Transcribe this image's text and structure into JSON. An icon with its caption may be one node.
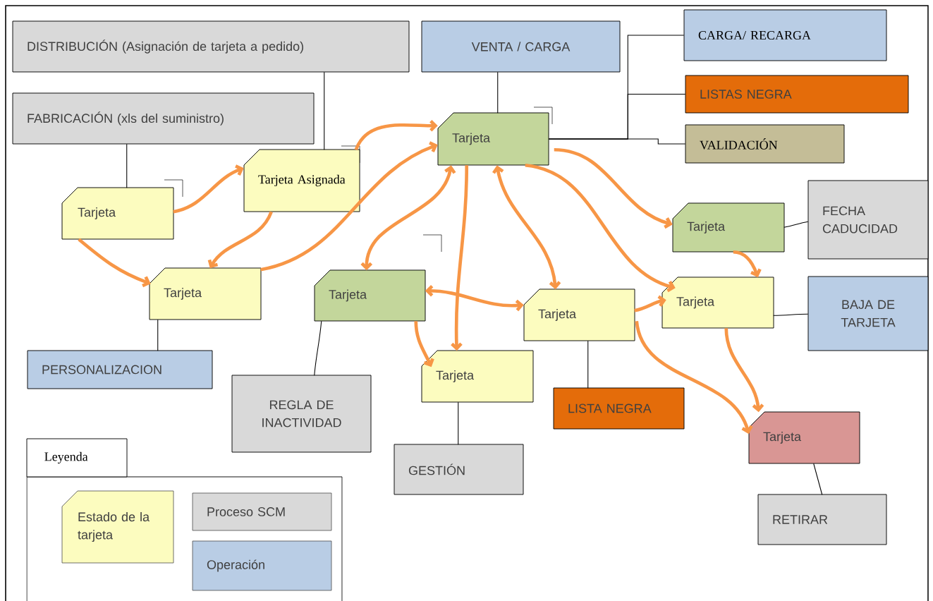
{
  "diagram": {
    "nodes": [
      {
        "text": [
          "DISTRIBUCIÓN (Asignación de tarjeta a pedido)"
        ]
      },
      {
        "text": [
          "FABRICACIÓN (xls del suministro)"
        ]
      },
      {
        "text": [
          "VENTA / CARGA"
        ]
      },
      {
        "text": [
          "CARGA/ RECARGA"
        ]
      },
      {
        "text": [
          "LISTAS NEGRA"
        ]
      },
      {
        "text": [
          "VALIDACIÓN"
        ]
      },
      {
        "text": [
          "Tarjeta"
        ]
      },
      {
        "text": [
          "Tarjeta Asignada"
        ]
      },
      {
        "text": [
          "Tarjeta"
        ]
      },
      {
        "text": [
          "Tarjeta"
        ]
      },
      {
        "text": [
          "Tarjeta"
        ]
      },
      {
        "text": [
          "Tarjeta"
        ]
      },
      {
        "text": [
          "FECHA CADUCIDAD"
        ]
      },
      {
        "text": [
          "Tarjeta"
        ]
      },
      {
        "text": [
          "Tarjeta"
        ]
      },
      {
        "text": [
          "BAJA DE TARJETA"
        ]
      },
      {
        "text": [
          "PERSONALIZACION"
        ]
      },
      {
        "text": [
          "REGLA DE INACTIVIDAD"
        ]
      },
      {
        "text": [
          "Tarjeta"
        ]
      },
      {
        "text": [
          "LISTA NEGRA"
        ]
      },
      {
        "text": [
          "GESTIÓN"
        ]
      },
      {
        "text": [
          "Tarjeta"
        ]
      },
      {
        "text": [
          "RETIRAR"
        ]
      }
    ],
    "edges": [
      {
        "from": 1,
        "to": 6,
        "arrow": "none",
        "color": "#000000"
      },
      {
        "from": 0,
        "to": 7,
        "arrow": "none",
        "color": "#000000"
      },
      {
        "from": 2,
        "to": 8,
        "arrow": "none",
        "color": "#000000"
      },
      {
        "from": 8,
        "to": 3,
        "arrow": "none",
        "color": "#000000"
      },
      {
        "from": 8,
        "to": 4,
        "arrow": "none",
        "color": "#000000"
      },
      {
        "from": 8,
        "to": 5,
        "arrow": "none",
        "color": "#000000"
      },
      {
        "from": 9,
        "to": 16,
        "arrow": "none",
        "color": "#000000"
      },
      {
        "from": 10,
        "to": 17,
        "arrow": "none",
        "color": "#000000"
      },
      {
        "from": 11,
        "to": 12,
        "arrow": "none",
        "color": "#000000"
      },
      {
        "from": 14,
        "to": 15,
        "arrow": "none",
        "color": "#000000"
      },
      {
        "from": 13,
        "to": 19,
        "arrow": "none",
        "color": "#000000"
      },
      {
        "from": 18,
        "to": 20,
        "arrow": "none",
        "color": "#000000"
      },
      {
        "from": 21,
        "to": 22,
        "arrow": "none",
        "color": "#000000"
      },
      {
        "from": 6,
        "to": 7,
        "arrow": "to"
      },
      {
        "from": 6,
        "to": 9,
        "arrow": "to"
      },
      {
        "from": 7,
        "to": 9,
        "arrow": "to"
      },
      {
        "from": 7,
        "to": 8,
        "arrow": "to"
      },
      {
        "from": 9,
        "to": 8,
        "arrow": "to"
      },
      {
        "from": 8,
        "to": 10,
        "arrow": "both"
      },
      {
        "from": 8,
        "to": 18,
        "arrow": "to"
      },
      {
        "from": 8,
        "to": 13,
        "arrow": "both"
      },
      {
        "from": 8,
        "to": 11,
        "arrow": "to"
      },
      {
        "from": 8,
        "to": 14,
        "arrow": "to"
      },
      {
        "from": 10,
        "to": 13,
        "arrow": "both"
      },
      {
        "from": 10,
        "to": 18,
        "arrow": "to"
      },
      {
        "from": 11,
        "to": 14,
        "arrow": "to"
      },
      {
        "from": 13,
        "to": 14,
        "arrow": "to"
      },
      {
        "from": 13,
        "to": 21,
        "arrow": "to"
      },
      {
        "from": 14,
        "to": 21,
        "arrow": "to"
      }
    ],
    "labels": [
      "Leyenda"
    ],
    "legend": [
      {
        "text": "Estado de la tarjeta",
        "color": "#fcfcbf"
      },
      {
        "text": "Proceso SCM",
        "color": "#d9d9d9"
      },
      {
        "text": "Operación",
        "color": "#b9cde5"
      }
    ]
  }
}
